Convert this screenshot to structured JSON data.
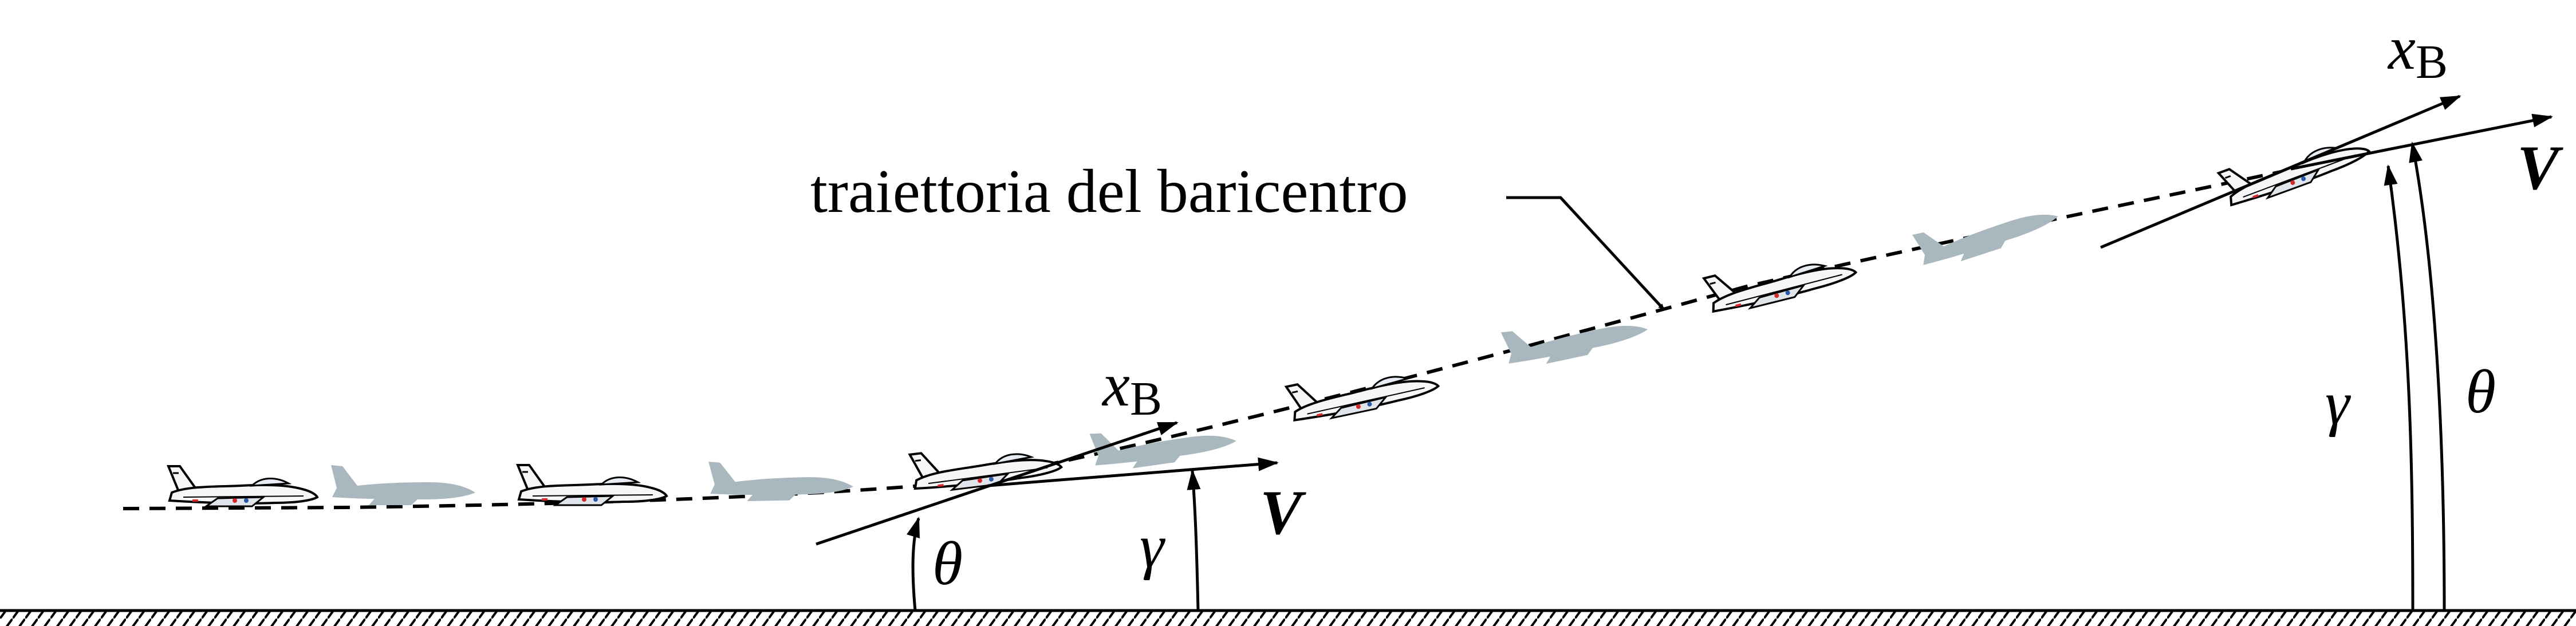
{
  "caption": "traiettoria del baricentro",
  "symbols": {
    "body_axis_x": "x",
    "body_axis_sub": "B",
    "velocity": "V",
    "pitch_angle": "θ",
    "flight_path_angle": "γ"
  },
  "colors": {
    "ink": "#000000",
    "ghost_aircraft": "#a9b8bf",
    "aircraft_body": "#f4f6f8",
    "accent_red": "#d4282a"
  },
  "aircraft_icon": "jet-trainer-side-view"
}
